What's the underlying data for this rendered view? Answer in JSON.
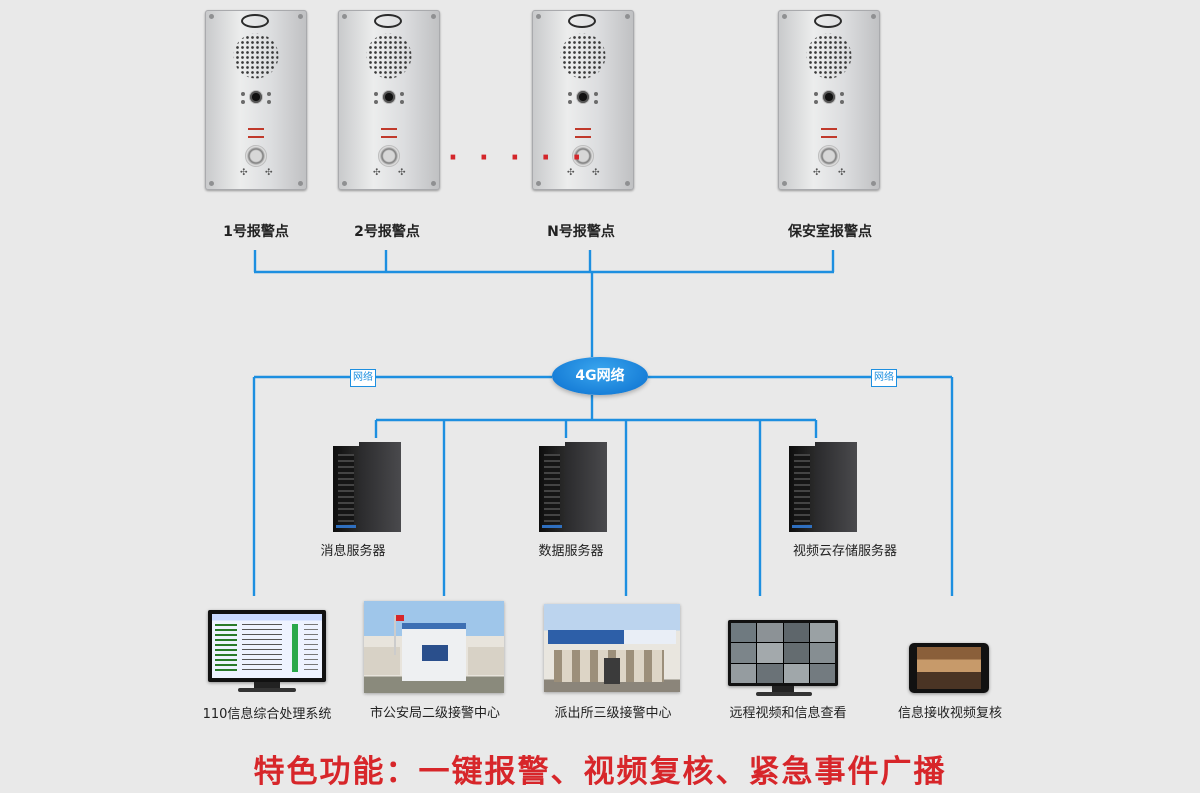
{
  "alarm_points": {
    "p1": "1号报警点",
    "p2": "2号报警点",
    "pn": "N号报警点",
    "security": "保安室报警点",
    "ellipsis": "· · · · ·"
  },
  "network": {
    "cloud": "4G网络",
    "left_tag": "网络",
    "right_tag": "网络"
  },
  "servers": {
    "message": "消息服务器",
    "data": "数据服务器",
    "video": "视频云存储服务器"
  },
  "terminals": {
    "t110": "110信息综合处理系统",
    "city": "市公安局二级接警中心",
    "station": "派出所三级接警中心",
    "remote": "远程视频和信息查看",
    "mobile": "信息接收视频复核"
  },
  "slogan": "特色功能：一键报警、视频复核、紧急事件广播",
  "colors": {
    "wire": "#1d8fe0",
    "slogan": "#d7262a",
    "cloud": "#0a6fcf"
  }
}
